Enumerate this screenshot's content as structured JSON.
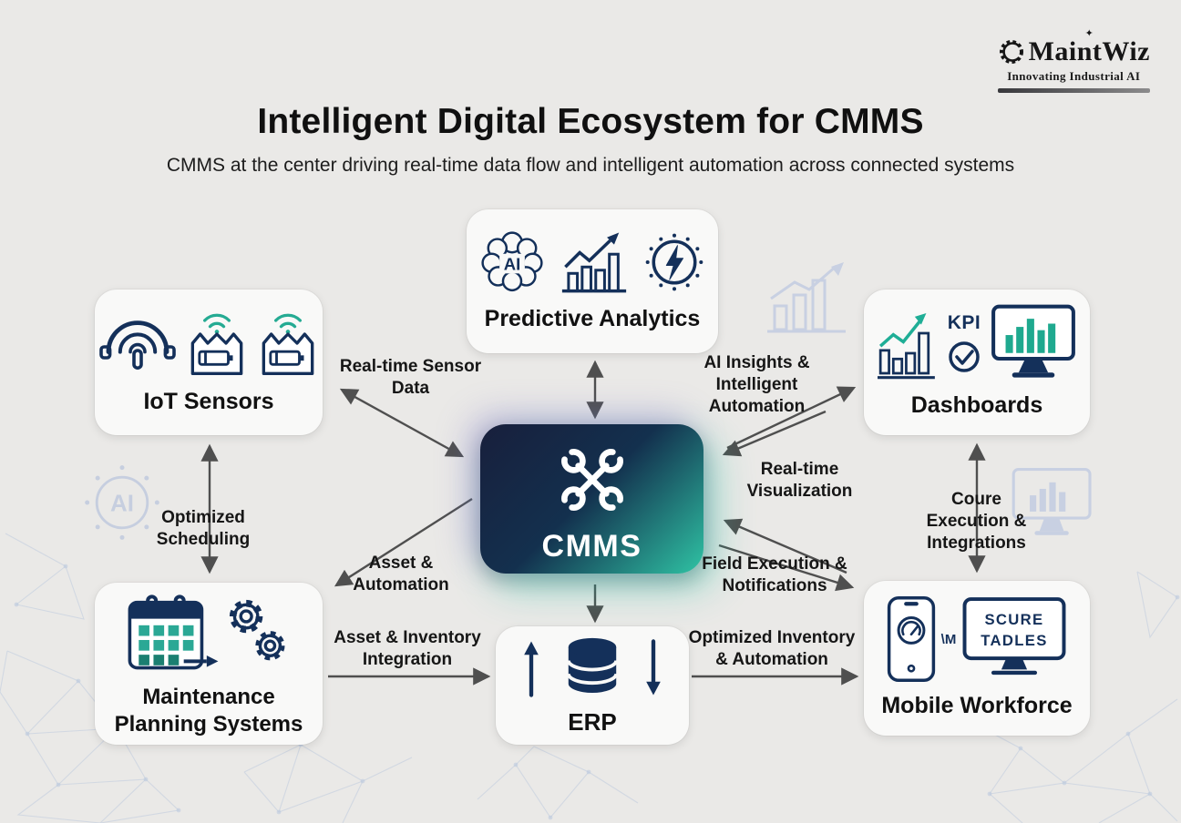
{
  "logo": {
    "name": "MaintWiz",
    "sparkle": "✦",
    "tagline": "Innovating Industrial AI"
  },
  "header": {
    "title": "Intelligent Digital Ecosystem for CMMS",
    "subtitle": "CMMS at the center driving real-time data flow and intelligent automation across connected systems"
  },
  "nodes": {
    "predictive_analytics": {
      "label": "Predictive Analytics",
      "brain_text": "AI"
    },
    "iot_sensors": {
      "label": "IoT Sensors"
    },
    "dashboards": {
      "label": "Dashboards",
      "kpi_text": "KPI"
    },
    "cmms": {
      "label": "CMMS"
    },
    "maintenance_planning": {
      "label": "Maintenance Planning Systems"
    },
    "erp": {
      "label": "ERP"
    },
    "mobile_workforce": {
      "label": "Mobile Workforce",
      "screen_line1": "SCURE",
      "screen_line2": "TADLES",
      "phone_mark": "\\M"
    }
  },
  "edges": {
    "iot_cmms": {
      "label": "Real-time Sensor Data"
    },
    "cmms_dashboards": {
      "label": "AI Insights & Intelligent Automation"
    },
    "dashboards_cmms": {
      "label": "Real-time Visualization"
    },
    "iot_maintenance": {
      "label": "Optimized Scheduling"
    },
    "cmms_maintenance": {
      "label": "Asset & Automation"
    },
    "maintenance_erp": {
      "label": "Asset & Inventory Integration"
    },
    "erp_mobile": {
      "label": "Optimized Inventory & Automation"
    },
    "cmms_mobile": {
      "label": "Field Execution & Notifications"
    },
    "dashboards_mobile": {
      "label": "Coure Execution & Integrations"
    }
  },
  "watermarks": {
    "ai_text": "AI"
  },
  "colors": {
    "background": "#eae9e7",
    "card": "#f9f9f8",
    "navy": "#14305a",
    "teal": "#25ab93",
    "arrow": "#4f4f4f",
    "cmms_gradient_start": "#181f3c",
    "cmms_gradient_end": "#2fc3a4"
  }
}
